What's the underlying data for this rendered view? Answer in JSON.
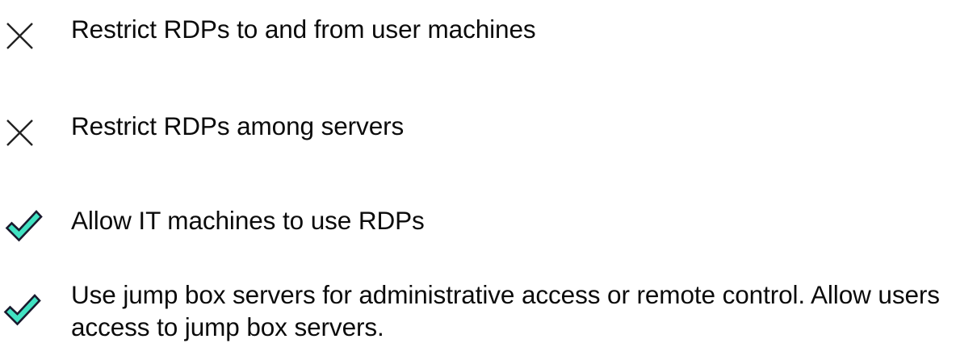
{
  "page": {
    "background_color": "#ffffff",
    "text_color": "#0b0b0b"
  },
  "icons": {
    "cross": {
      "name": "cross-icon",
      "stroke_color": "#222222",
      "meaning": "not allowed"
    },
    "check": {
      "name": "check-icon",
      "fill_color": "#41e2c2",
      "stroke_color": "#1a1a2e",
      "meaning": "allowed"
    }
  },
  "checklist": {
    "items": [
      {
        "icon": "cross-icon",
        "status": "denied",
        "label": "Restrict RDPs to and from user machines"
      },
      {
        "icon": "cross-icon",
        "status": "denied",
        "label": "Restrict RDPs among servers"
      },
      {
        "icon": "check-icon",
        "status": "allowed",
        "label": "Allow IT machines to use RDPs"
      },
      {
        "icon": "check-icon",
        "status": "allowed",
        "label": "Use jump box servers for administrative access or remote control. Allow users access to jump box servers."
      }
    ]
  }
}
